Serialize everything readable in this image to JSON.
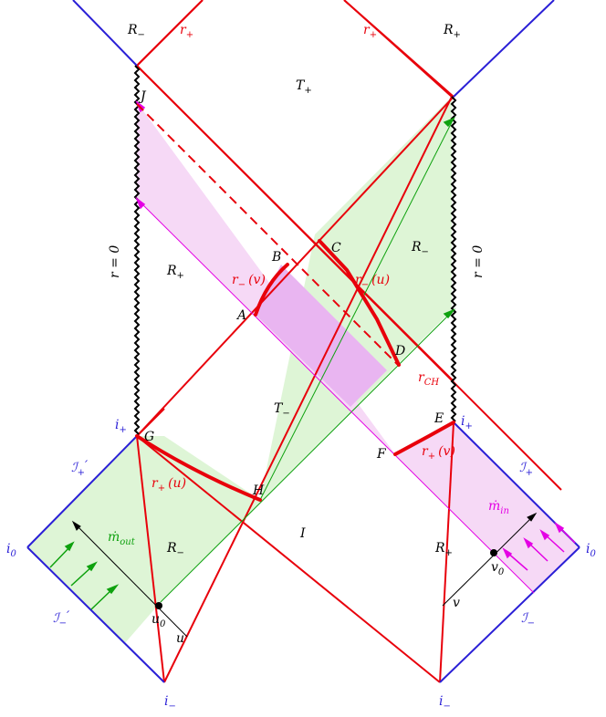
{
  "colors": {
    "horizon": "#e8000b",
    "boundary": "#2a1fd6",
    "singularity": "#000000",
    "outflux": "#0ea10e",
    "influx": "#e400e4",
    "influx_fill": "#f6d9f6",
    "outflux_fill": "#def5d6",
    "overlap_fill": "#e9b5f1"
  },
  "labels": {
    "R_minus": "R",
    "R_plus": "R",
    "T_plus": "T",
    "T_minus": "T",
    "r_plus": "r",
    "r_minus": "r",
    "r_zero": "r = 0",
    "J": "J",
    "B": "B",
    "C": "C",
    "A": "A",
    "D": "D",
    "E": "E",
    "F": "F",
    "G": "G",
    "H": "H",
    "I": "I",
    "r_ch": "r",
    "ch_sub": "CH",
    "scri": "ℐ",
    "i": "i",
    "i_plus_sub": "+",
    "i_minus_sub": "−",
    "i_zero_sub": "0",
    "minus_sub": "−",
    "plus_sub": "+",
    "prime": "′",
    "m_dot": "ṁ",
    "out_sub": "out",
    "in_sub": "in",
    "u": "u",
    "v": "v",
    "u0": "u",
    "v0": "v",
    "zero_sub": "0",
    "arg_v": "(v)",
    "arg_u": "(u)"
  }
}
